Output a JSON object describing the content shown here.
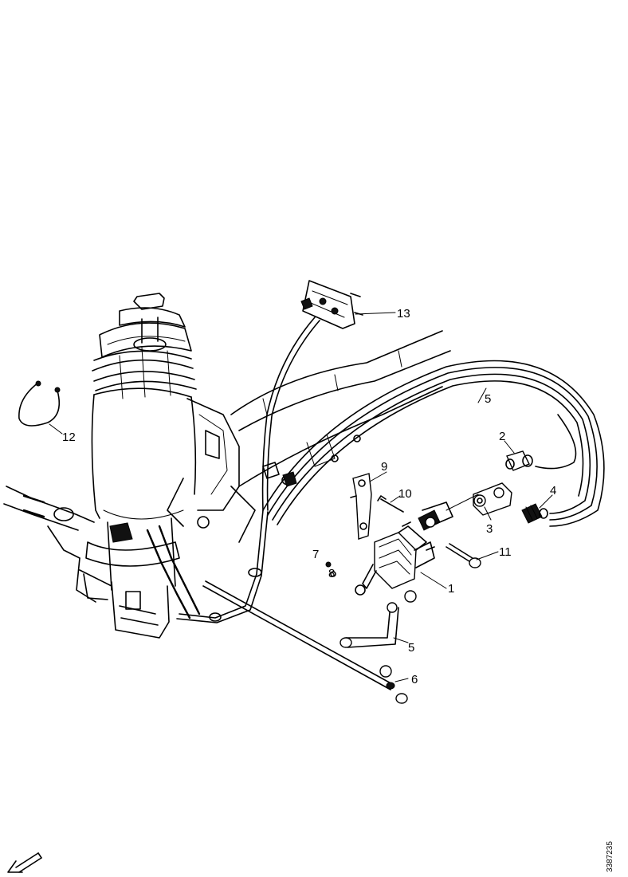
{
  "callouts": [
    {
      "id": "c1",
      "text": "1"
    },
    {
      "id": "c2",
      "text": "2"
    },
    {
      "id": "c3",
      "text": "3"
    },
    {
      "id": "c4",
      "text": "4"
    },
    {
      "id": "c5a",
      "text": "5"
    },
    {
      "id": "c5b",
      "text": "5"
    },
    {
      "id": "c6",
      "text": "6"
    },
    {
      "id": "c7",
      "text": "7"
    },
    {
      "id": "c8",
      "text": "8"
    },
    {
      "id": "c9",
      "text": "9"
    },
    {
      "id": "c10",
      "text": "10"
    },
    {
      "id": "c11",
      "text": "11"
    },
    {
      "id": "c12",
      "text": "12"
    },
    {
      "id": "c13",
      "text": "13"
    }
  ],
  "drawing_code": "3387235",
  "direction_icon": "arrow-down-left-icon"
}
